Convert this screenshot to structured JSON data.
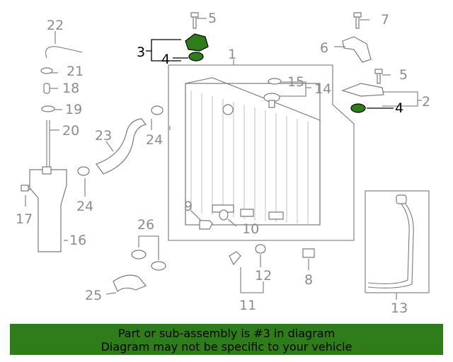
{
  "callouts": {
    "c1": "1",
    "c2": "2",
    "c3": "3",
    "c4a": "4",
    "c4b": "4",
    "c5a": "5",
    "c5b": "5",
    "c6": "6",
    "c7": "7",
    "c8": "8",
    "c9": "9",
    "c10": "10",
    "c11": "11",
    "c12": "12",
    "c13": "13",
    "c14": "14",
    "c15": "15",
    "c16": "16",
    "c17": "17",
    "c18": "18",
    "c19": "19",
    "c20": "20",
    "c21": "21",
    "c22": "22",
    "c23": "23",
    "c24a": "24",
    "c24b": "24",
    "c25": "25",
    "c26": "26"
  },
  "colors": {
    "highlight_part": "#2e7d1a",
    "banner_bg": "#2e7d1a",
    "callout_gray": "#8c8c8c",
    "callout_highlight": "#000000"
  },
  "banner": {
    "line1": "Part or sub-assembly is #3 in diagram",
    "line2": "Diagram may not be specific to your vehicle"
  }
}
